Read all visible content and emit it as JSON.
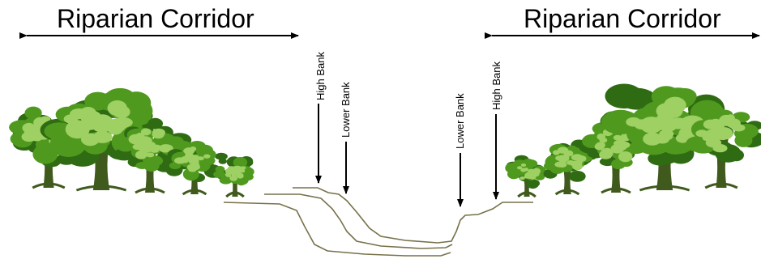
{
  "left_corridor": {
    "label": "Riparian Corridor"
  },
  "right_corridor": {
    "label": "Riparian Corridor"
  },
  "markers": [
    {
      "id": "left-high-bank",
      "label": "High Bank"
    },
    {
      "id": "left-lower-bank",
      "label": "Lower Bank"
    },
    {
      "id": "right-lower-bank",
      "label": "Lower Bank"
    },
    {
      "id": "right-high-bank",
      "label": "High Bank"
    }
  ],
  "colors": {
    "tree_dark": "#2f6b12",
    "tree_mid": "#4f9a1e",
    "tree_light": "#9ed064",
    "trunk": "#3f5a1c",
    "bank_line": "#77714a"
  }
}
